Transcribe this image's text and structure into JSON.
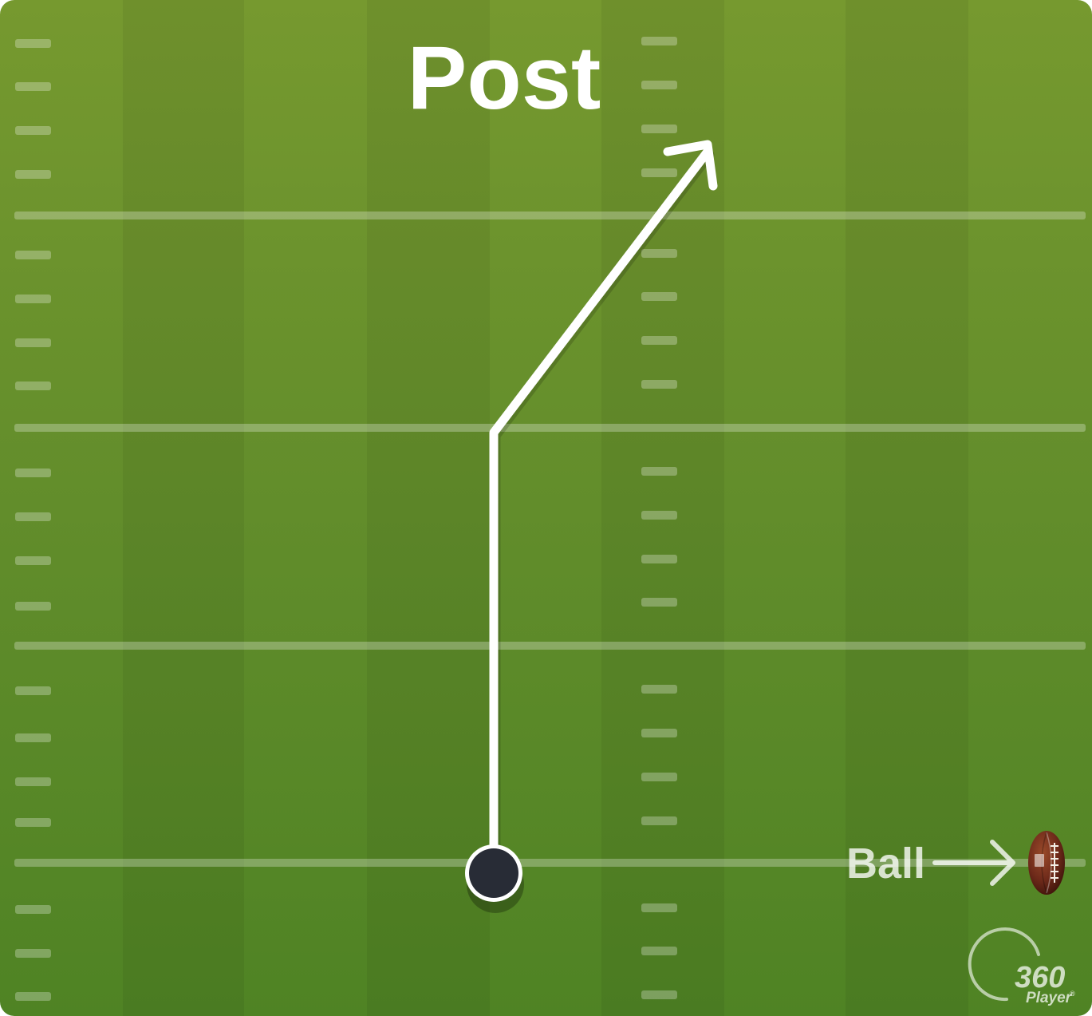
{
  "diagram": {
    "title": "Post",
    "ball_label": "Ball",
    "colors": {
      "grass_light": "#76992f",
      "grass_dark": "#4f8324",
      "route": "#ffffff",
      "player": "#282c36",
      "ball": "#6e2a1a"
    }
  },
  "logo": {
    "number": "360",
    "wordmark": "Player",
    "mark": "®"
  }
}
